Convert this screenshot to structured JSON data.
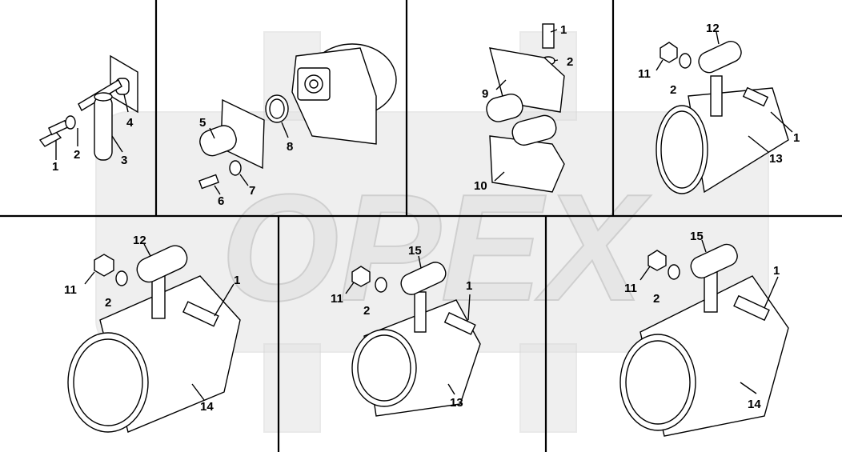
{
  "watermark": {
    "text": "OPEX",
    "color": "#e2e2e2"
  },
  "panels": [
    {
      "id": "panel-1",
      "callouts": [
        "1",
        "2",
        "3",
        "4"
      ]
    },
    {
      "id": "panel-2",
      "callouts": [
        "5",
        "8",
        "6",
        "7"
      ]
    },
    {
      "id": "panel-3",
      "callouts": [
        "1",
        "2",
        "9",
        "10"
      ]
    },
    {
      "id": "panel-4",
      "callouts": [
        "12",
        "11",
        "2",
        "1",
        "13"
      ]
    },
    {
      "id": "panel-5",
      "callouts": [
        "12",
        "11",
        "2",
        "1",
        "14"
      ]
    },
    {
      "id": "panel-6",
      "callouts": [
        "15",
        "11",
        "2",
        "1",
        "13"
      ]
    },
    {
      "id": "panel-7",
      "callouts": [
        "15",
        "11",
        "2",
        "1",
        "14"
      ]
    }
  ]
}
